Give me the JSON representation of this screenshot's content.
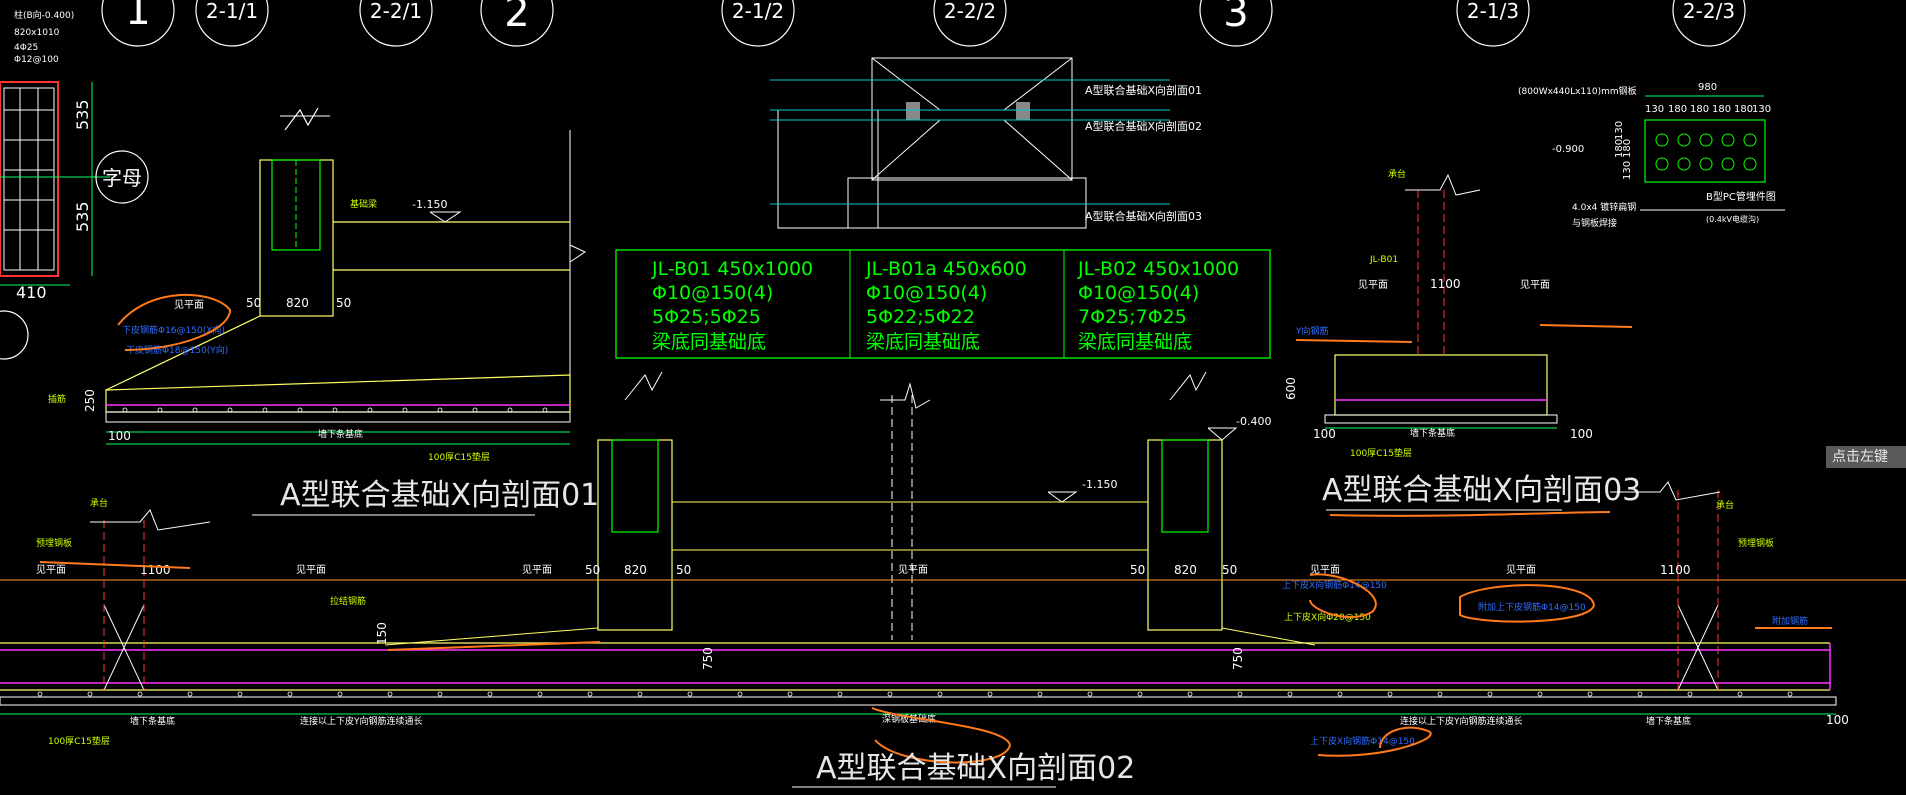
{
  "axis_bubbles": [
    "1",
    "2-1/1",
    "2-2/1",
    "2",
    "2-1/2",
    "2-2/2",
    "3",
    "2-1/3",
    "2-2/3"
  ],
  "beam_table": [
    {
      "name": "JL-B01 450x1000",
      "stirrup": "Φ10@150(4)",
      "bars": "5Φ25;5Φ25",
      "note": "梁底同基础底"
    },
    {
      "name": "JL-B01a 450x600",
      "stirrup": "Φ10@150(4)",
      "bars": "5Φ22;5Φ22",
      "note": "梁底同基础底"
    },
    {
      "name": "JL-B02 450x1000",
      "stirrup": "Φ10@150(4)",
      "bars": "7Φ25;7Φ25",
      "note": "梁底同基础底"
    }
  ],
  "section_titles": {
    "s01": "A型联合基础X向剖面01",
    "s02": "A型联合基础X向剖面02",
    "s03": "A型联合基础X向剖面03"
  },
  "plan_labels": [
    "A型联合基础X向剖面01",
    "A型联合基础X向剖面02",
    "A型联合基础X向剖面03"
  ],
  "dims": {
    "d535a": "535",
    "d535b": "535",
    "d410": "410",
    "d50": "50",
    "d820": "820",
    "d100": "100",
    "d250": "250",
    "d1100": "1100",
    "d600": "600",
    "d750": "750",
    "d150": "150",
    "d980": "980",
    "grid_dims": [
      "130",
      "180",
      "180",
      "180",
      "180",
      "130"
    ],
    "vdims": [
      "130",
      "180",
      "180",
      "130"
    ]
  },
  "levels": {
    "l1150": "-1.150",
    "l0400": "-0.400",
    "l0900": "-0.900"
  },
  "small_labels": {
    "col_note": "柱(B向-0.400)",
    "col_size": "820x1010",
    "col_bars": "4Φ25",
    "col_stir": "Φ12@100",
    "ref": "字母",
    "view": "见平面",
    "stop": "墙下条基底",
    "bed": "100厚C15垫层",
    "bot1": "下皮钢筋Φ16@150(X向)",
    "bot2": "下皮钢筋Φ18@150(Y向)",
    "emb": "插筋",
    "beam": "基础梁",
    "pile_cap": "承台",
    "anchor": "预埋钢板",
    "tie": "拉结钢筋",
    "jl": "JL-B01",
    "cable": "(800Wx440Lx110)mm钢板",
    "embed_note": "4.0x4 镀锌扁钢",
    "embed_note2": "与钢板焊接",
    "embed_note3": "B型PC管埋件图",
    "embed_note4": "(0.4kV电缆沟)",
    "blue1": "上下皮X向钢筋Φ14@150",
    "blue2": "上下皮X向Φ20@150",
    "blue3": "附加上下皮钢筋Φ14@150",
    "blue4": "附加钢筋",
    "orange1": "Y向钢筋",
    "lower_note1": "连接以上下皮Y向钢筋连续通长",
    "lower_note2": "深钢板基础底",
    "lower_note3": "连接以上下皮Y向钢筋连续通长"
  },
  "tooltip": "点击左键"
}
